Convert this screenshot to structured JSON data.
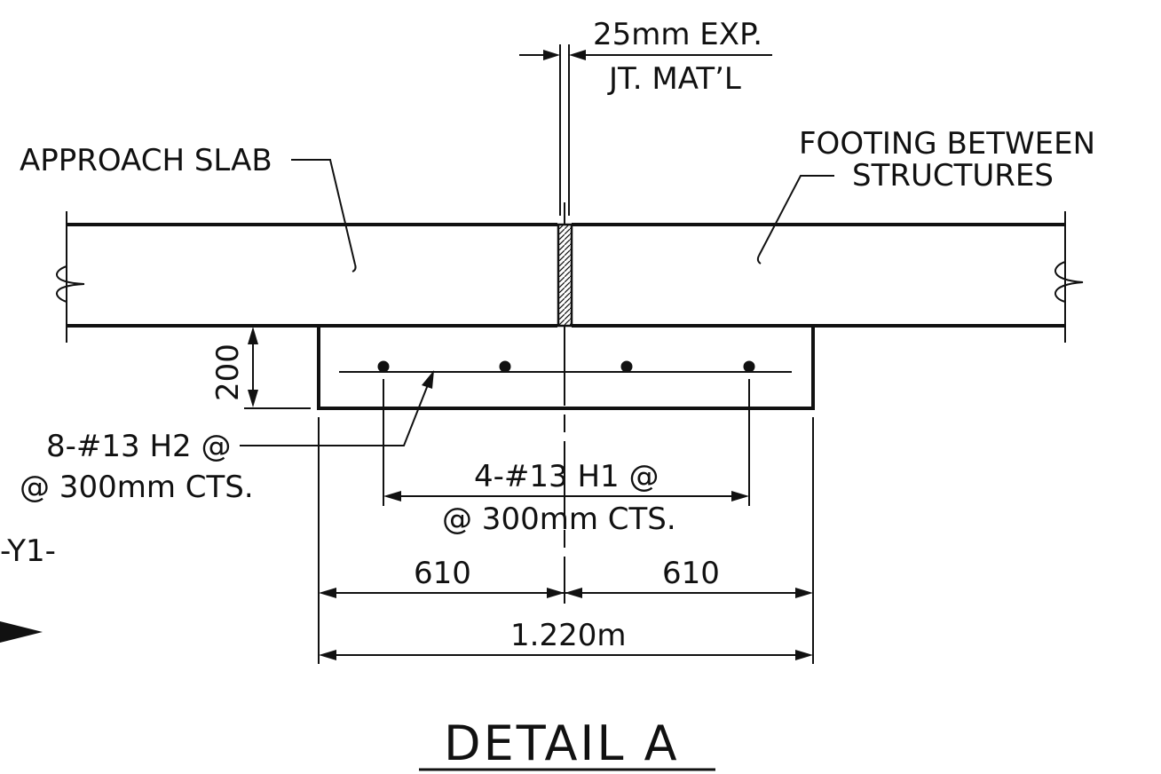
{
  "labels": {
    "expansion_joint_line1": "25mm  EXP.",
    "expansion_joint_line2": "JT. MAT’L",
    "approach_slab": "APPROACH SLAB",
    "footing_line1": "FOOTING BETWEEN",
    "footing_line2": "STRUCTURES",
    "dim_depth": "200",
    "h2_line1": "8-#13 H2 @",
    "h2_line2": "@ 300mm  CTS.",
    "h1_line1": "4-#13 H1 @",
    "h1_line2": "@ 300mm  CTS.",
    "alignment": "-Y1-",
    "dim_left_half": "610",
    "dim_right_half": "610",
    "dim_total": "1.220m",
    "title": "DETAIL  A"
  },
  "colors": {
    "ink": "#111111",
    "paper": "#ffffff"
  }
}
